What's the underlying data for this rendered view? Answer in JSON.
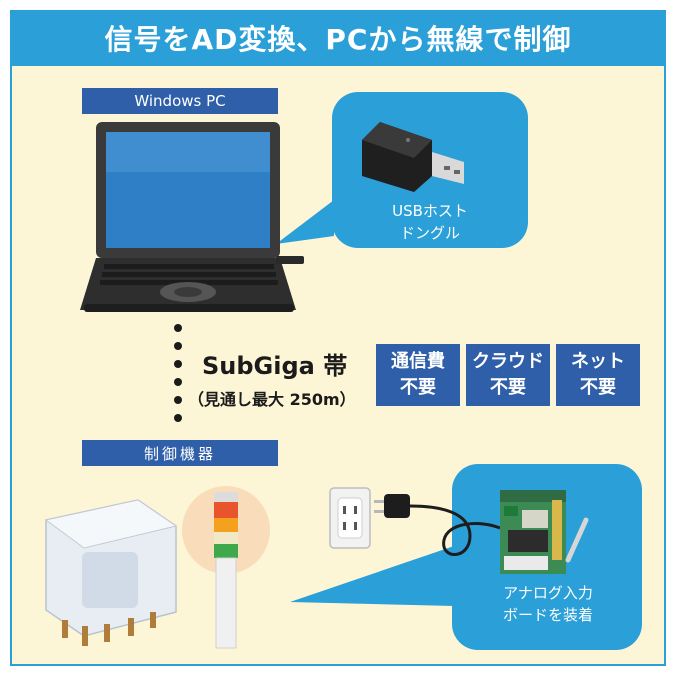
{
  "header": {
    "title": "信号をAD変換、PCから無線で制御"
  },
  "pc_section": {
    "label": "Windows PC"
  },
  "dongle_bubble": {
    "line1": "USBホスト",
    "line2": "ドングル"
  },
  "wireless": {
    "title": "SubGiga 帯",
    "subtitle": "（見通し最大 250m）"
  },
  "badges": [
    {
      "line1": "通信費",
      "line2": "不要"
    },
    {
      "line1": "クラウド",
      "line2": "不要"
    },
    {
      "line1": "ネット",
      "line2": "不要"
    }
  ],
  "device_section": {
    "label": "制御機器"
  },
  "board_bubble": {
    "line1": "アナログ入力",
    "line2": "ボードを装着"
  },
  "colors": {
    "accent_blue": "#2a9fd8",
    "tag_blue": "#2f5fa8",
    "background": "#fdf6d6"
  }
}
